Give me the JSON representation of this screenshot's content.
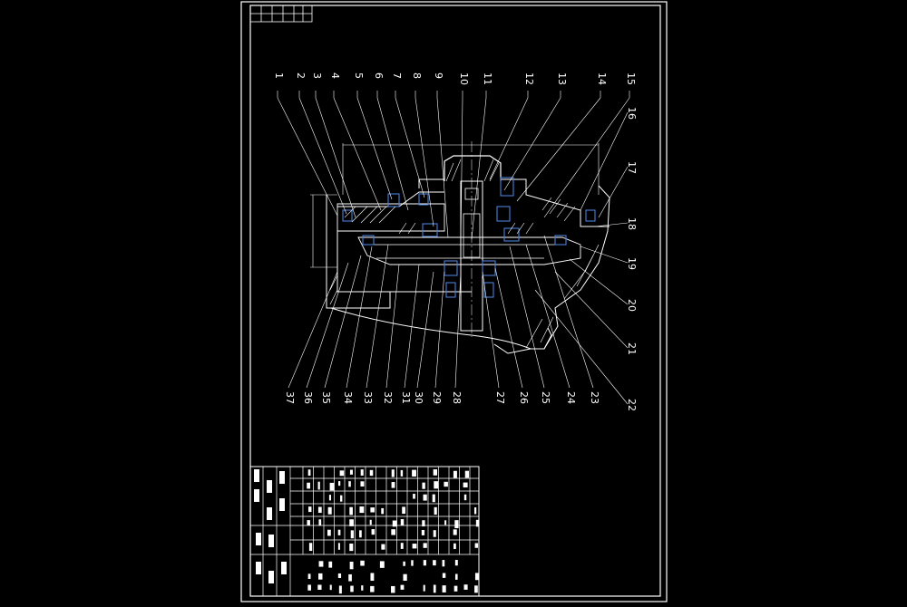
{
  "drawing": {
    "background": "#000000",
    "line_color": "#ffffff",
    "accent_color": "#4a7fd6",
    "top_labels": [
      "1",
      "2",
      "3",
      "4",
      "5",
      "6",
      "7",
      "8",
      "9",
      "10",
      "11",
      "12",
      "13",
      "14",
      "15"
    ],
    "right_labels": [
      "16",
      "17",
      "18",
      "19",
      "20",
      "21",
      "22"
    ],
    "bottom_labels": [
      "37",
      "36",
      "35",
      "34",
      "33",
      "32",
      "31",
      "30",
      "29",
      "28",
      "27",
      "26",
      "25",
      "24",
      "23"
    ]
  }
}
